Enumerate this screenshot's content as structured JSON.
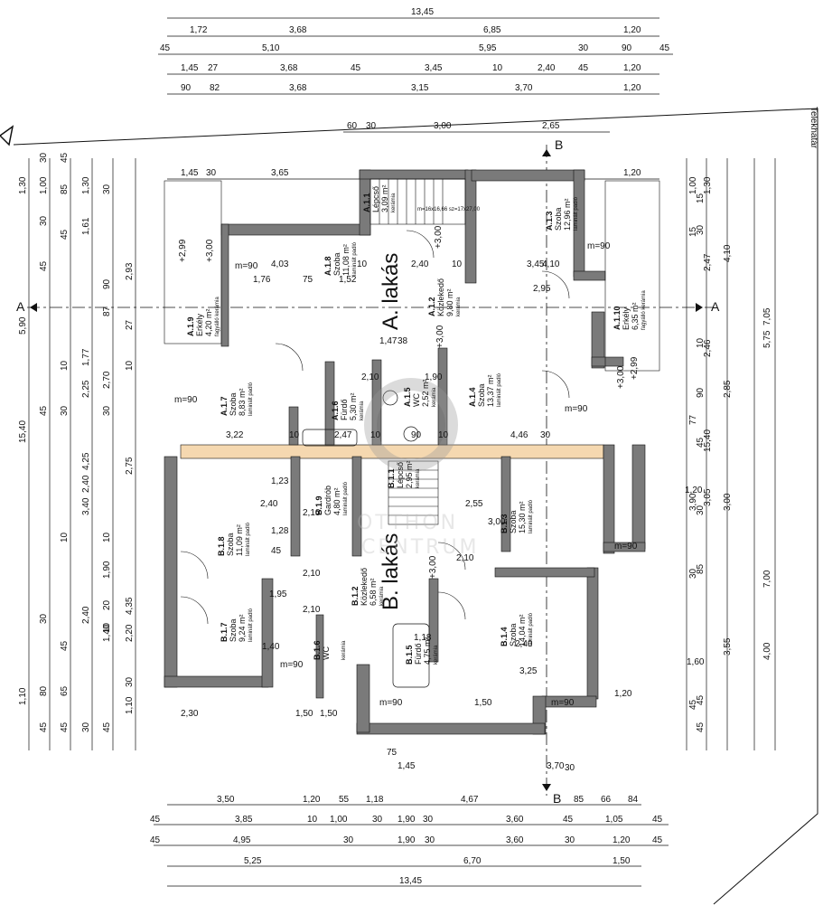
{
  "top_dims": {
    "total": "13,45",
    "r2": [
      "1,72",
      "3,68",
      "6,85",
      "1,20"
    ],
    "r3": [
      "45",
      "5,10",
      "5,95",
      "30",
      "90",
      "45"
    ],
    "r4": [
      "1,45",
      "27",
      "3,68",
      "45",
      "3,45",
      "10",
      "2,40",
      "45",
      "1,20"
    ],
    "r5": [
      "90",
      "82",
      "3,68",
      "3,15",
      "3,70",
      "1,20"
    ],
    "r6": [
      "60",
      "30",
      "3,00",
      "2,65"
    ],
    "r7": [
      "1,45",
      "30",
      "3,65",
      "1,20"
    ]
  },
  "bottom_dims": {
    "r1": [
      "3,50",
      "1,20",
      "55",
      "1,18",
      "4,67",
      "85",
      "66",
      "84"
    ],
    "r2": [
      "45",
      "3,85",
      "10",
      "1,00",
      "30",
      "1,90",
      "30",
      "3,60",
      "45",
      "1,05",
      "45"
    ],
    "r3": [
      "45",
      "4,95",
      "30",
      "1,90",
      "30",
      "3,60",
      "30",
      "1,20",
      "45"
    ],
    "r4": [
      "5,25",
      "6,70",
      "1,50"
    ],
    "total": "13,45"
  },
  "left_dims": {
    "c1": [
      "1,30",
      "5,90",
      "15,40",
      "1,10"
    ],
    "c2": [
      "30",
      "1,00",
      "30",
      "45",
      "45",
      "30",
      "80",
      "45"
    ],
    "c3": [
      "45",
      "85",
      "45",
      "10",
      "30",
      "10",
      "45",
      "65",
      "45"
    ],
    "c4": [
      "1,30",
      "1,61",
      "1,77",
      "2,25",
      "4,25",
      "2,40",
      "2,40",
      "3,40",
      "30"
    ],
    "c5": [
      "30",
      "90",
      "87",
      "2,70",
      "30",
      "10",
      "1,90",
      "20",
      "10",
      "1,40",
      "45"
    ],
    "c6": [
      "2,93",
      "27",
      "10",
      "2,75",
      "4,35",
      "2,20",
      "1,10",
      "30"
    ]
  },
  "right_dims": {
    "c1": [
      "1,30",
      "2,47",
      "2,46",
      "3,05",
      "15,40"
    ],
    "c2": [
      "15",
      "30",
      "10",
      "90",
      "45",
      "30",
      "85",
      "45",
      "45"
    ],
    "c3": [
      "4,10",
      "2,85",
      "3,00",
      "3,55"
    ],
    "c4": [
      "7,05",
      "5,75",
      "7,00",
      "4,00"
    ],
    "c5": [
      "1,00",
      "15",
      "77",
      "30",
      "45",
      "3,90"
    ]
  },
  "labels": {
    "telekhatar": "Telekhatár",
    "section_a": "A",
    "section_b": "B",
    "unit_a": "A. lakás",
    "unit_b": "B. lakás"
  },
  "rooms": [
    {
      "code": "A.1.8",
      "name": "Szoba",
      "area": "11,08 m²",
      "floor": "laminált padló"
    },
    {
      "code": "A.1.9",
      "name": "Erkély",
      "area": "4,20 m²",
      "floor": "fagyálló kerámia"
    },
    {
      "code": "A.1.7",
      "name": "Szoba",
      "area": "8,83 m²",
      "floor": "laminált padló"
    },
    {
      "code": "A.1.6",
      "name": "Fürdő",
      "area": "5,30 m²",
      "floor": "kerámia"
    },
    {
      "code": "A.1.5",
      "name": "WC",
      "area": "2,52 m²",
      "floor": "kerámia"
    },
    {
      "code": "A.1.2",
      "name": "Közlekedő",
      "area": "9,80 m²",
      "floor": "kerámia"
    },
    {
      "code": "A.1.1",
      "name": "Lépcső",
      "area": "3,09 m²",
      "floor": "kerámia"
    },
    {
      "code": "A.1.3",
      "name": "Szoba",
      "area": "12,96 m²",
      "floor": "laminált padló"
    },
    {
      "code": "A.1.4",
      "name": "Szoba",
      "area": "13,37 m²",
      "floor": "laminált padló"
    },
    {
      "code": "A.1.10",
      "name": "Erkély",
      "area": "6,35 m²",
      "floor": "fagyálló kerámia"
    },
    {
      "code": "B.1.8",
      "name": "Szoba",
      "area": "11,09 m²",
      "floor": "laminált padló"
    },
    {
      "code": "B.1.9",
      "name": "Gardrób",
      "area": "4,80 m²",
      "floor": "laminált padló"
    },
    {
      "code": "B.1.7",
      "name": "Szoba",
      "area": "9,24 m²",
      "floor": "laminált padló"
    },
    {
      "code": "B.1.2",
      "name": "Közlekedő",
      "area": "6,58 m²",
      "floor": "kerámia"
    },
    {
      "code": "B.1.6",
      "name": "WC",
      "area": "",
      "floor": "kerámia"
    },
    {
      "code": "B.1.1",
      "name": "Lépcső",
      "area": "2,95 m²",
      "floor": "kerámia"
    },
    {
      "code": "B.1.3",
      "name": "Szoba",
      "area": "15,30 m²",
      "floor": "laminált padló"
    },
    {
      "code": "B.1.4",
      "name": "Szoba",
      "area": "14,04 m²",
      "floor": "laminált padló"
    },
    {
      "code": "B.1.5",
      "name": "Fürdő",
      "area": "4,75 m²",
      "floor": "kerámia"
    }
  ],
  "inner_dims": [
    "4,03",
    "10",
    "1,52",
    "1,76",
    "75",
    "2,40",
    "10",
    "3,45",
    "4,10",
    "2,95",
    "1,47",
    "38",
    "2,10",
    "1,90",
    "3,22",
    "10",
    "2,47",
    "10",
    "90",
    "10",
    "4,46",
    "30",
    "1,23",
    "2,40",
    "2,10",
    "1,28",
    "45",
    "1,95",
    "2,10",
    "2,10",
    "1,40",
    "2,55",
    "3,00",
    "2,10",
    "1,18",
    "3,25",
    "2,40",
    "1,50",
    "1,20",
    "2,30",
    "1,50",
    "1,50",
    "75",
    "1,45",
    "30",
    "3,70",
    "1,60",
    "1,20"
  ],
  "levels": [
    "+2,99",
    "+3,00",
    "+3,00",
    "+3,00",
    "+2,99",
    "+3,00",
    "+3,00"
  ],
  "door_marks": [
    "m=90",
    "m=90",
    "m=90",
    "m=90",
    "m=90",
    "m=90",
    "m=90",
    "m=90"
  ],
  "stair_note": "m=16x16,66  sz=17x27,00",
  "watermark": {
    "line1": "OTTHON",
    "line2": "CENTRUM"
  },
  "colors": {
    "wall": "#7a7a7a",
    "slab": "#f5d8b0",
    "line": "#111111"
  }
}
